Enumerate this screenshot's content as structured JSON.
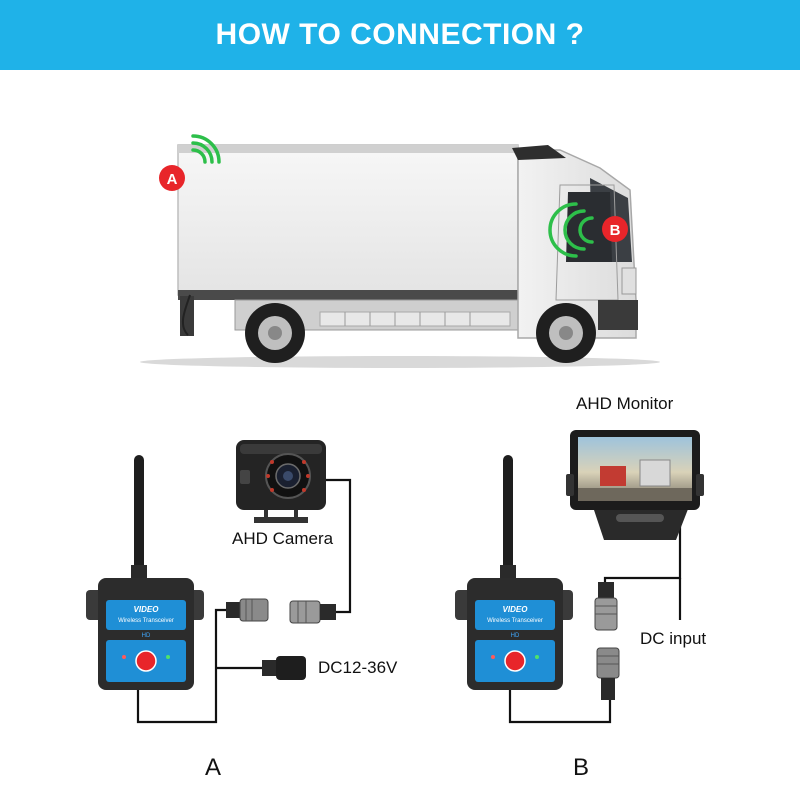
{
  "header": {
    "title": "HOW TO CONNECTION ?"
  },
  "truck": {
    "point_a": "A",
    "point_b": "B"
  },
  "diagram_a": {
    "letter": "A",
    "camera_label": "AHD Camera",
    "power_label": "DC12-36V",
    "transceiver": {
      "brand": "VIDEO",
      "subtitle": "Wireless Transceiver",
      "badge": "HD"
    }
  },
  "diagram_b": {
    "letter": "B",
    "monitor_label": "AHD Monitor",
    "power_label": "DC input",
    "transceiver": {
      "brand": "VIDEO",
      "subtitle": "Wireless Transceiver",
      "badge": "HD"
    }
  },
  "colors": {
    "banner": "#1fb2e8",
    "badge_red": "#e8252a",
    "signal_green": "#2dbf4a",
    "device_blue": "#1f8fd6"
  }
}
